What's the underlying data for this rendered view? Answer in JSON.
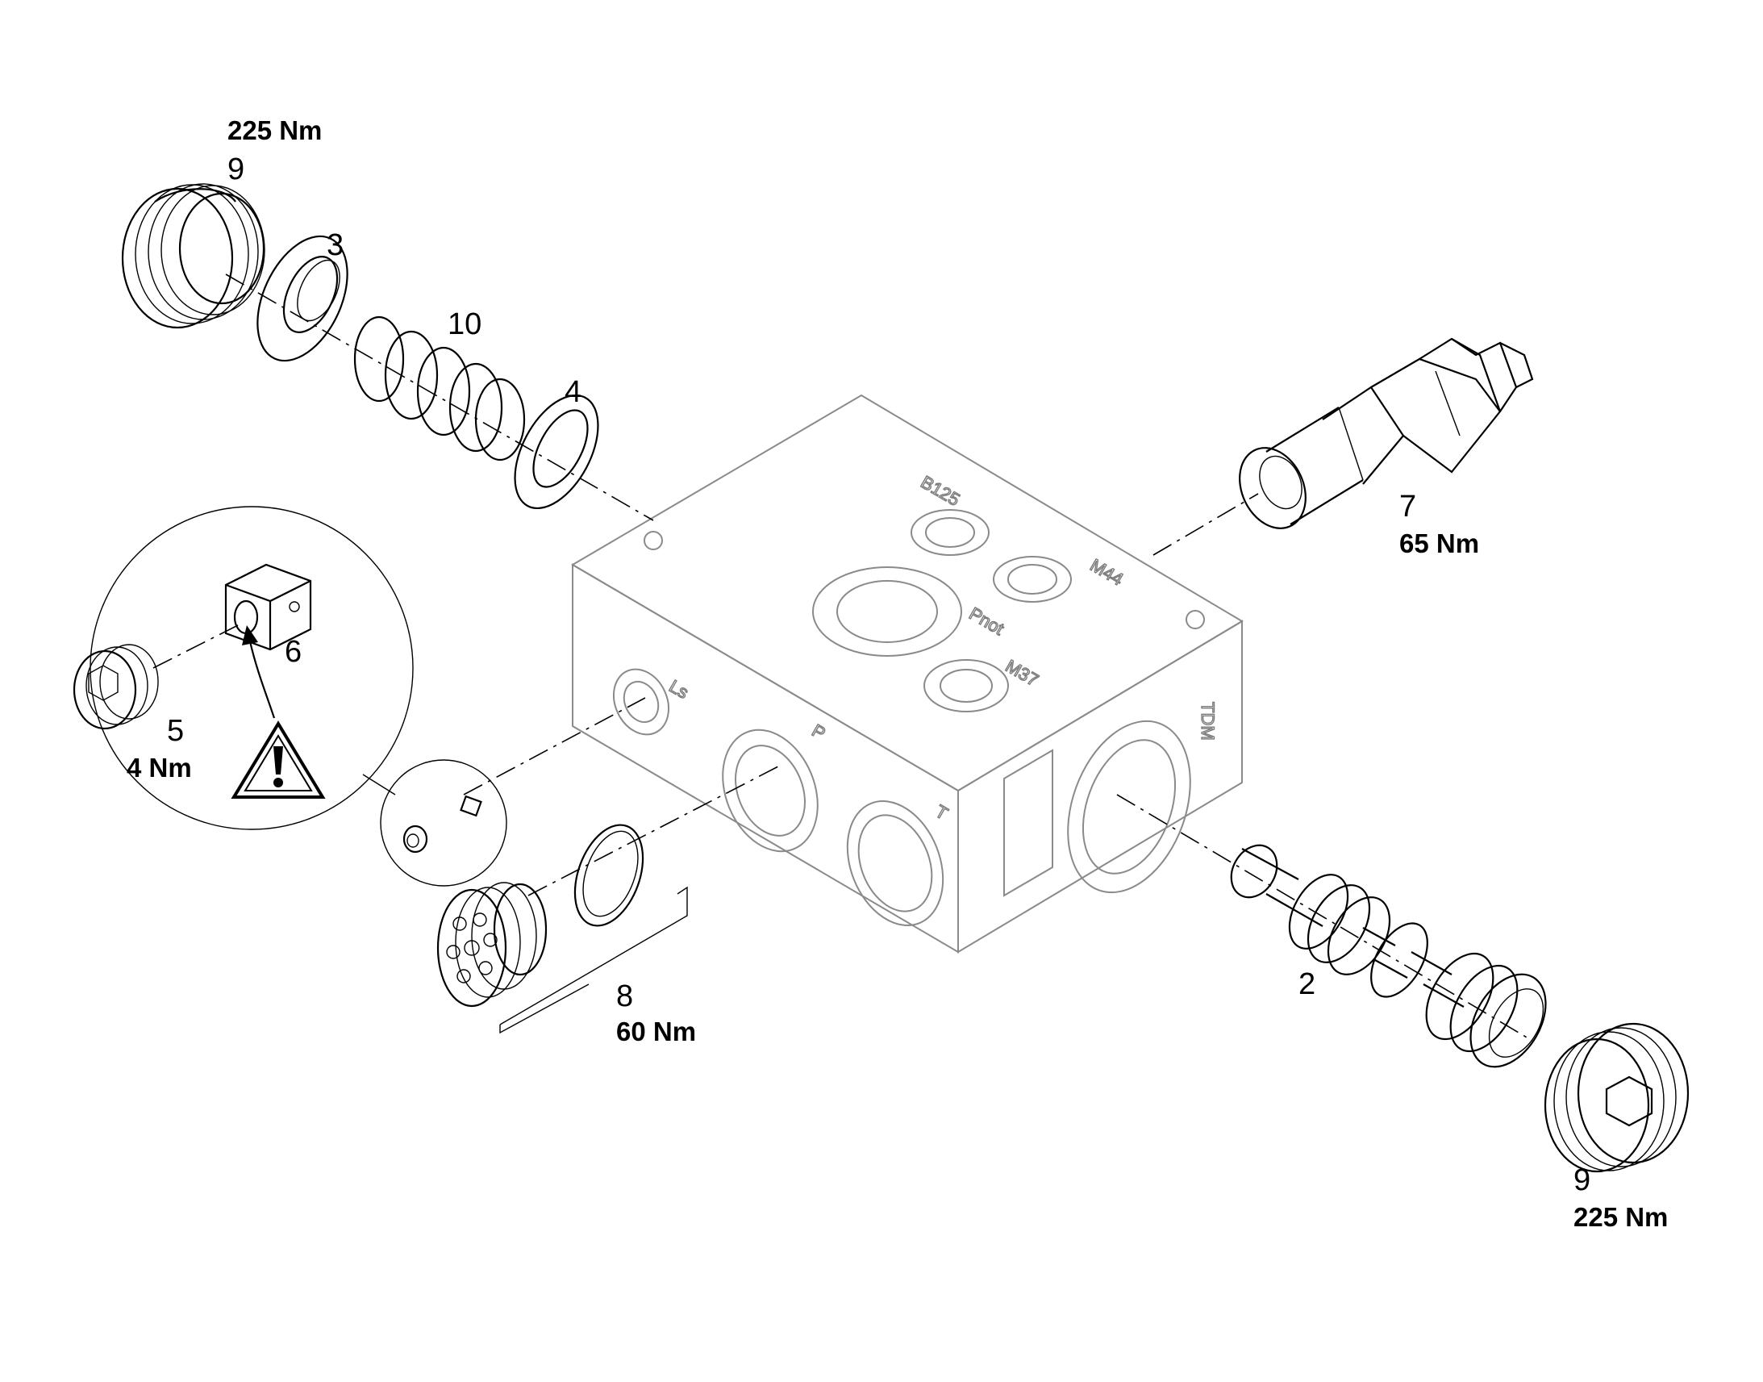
{
  "labels": {
    "plug_top": {
      "number": "9",
      "torque": "225 Nm"
    },
    "washer_cup": {
      "number": "3"
    },
    "spring": {
      "number": "10"
    },
    "washer_flat": {
      "number": "4"
    },
    "relief_valve": {
      "number": "7",
      "torque": "65 Nm"
    },
    "detail_plug": {
      "number": "5",
      "torque": "4 Nm"
    },
    "detail_nut": {
      "number": "6"
    },
    "filter_insert": {
      "number": "8",
      "torque": "60 Nm"
    },
    "spool": {
      "number": "2"
    },
    "plug_bottom": {
      "number": "9",
      "torque": "225 Nm"
    }
  },
  "ports": {
    "b125": "B125",
    "m44": "M44",
    "pnot": "Pnot",
    "m37": "M37",
    "ls": "Ls",
    "p": "P",
    "t": "T",
    "tdm": "TDM"
  },
  "icons": {
    "warning": "warning-triangle-icon"
  },
  "colors": {
    "line": "#000000",
    "block_outline": "#8a8a8a",
    "background": "#ffffff"
  }
}
